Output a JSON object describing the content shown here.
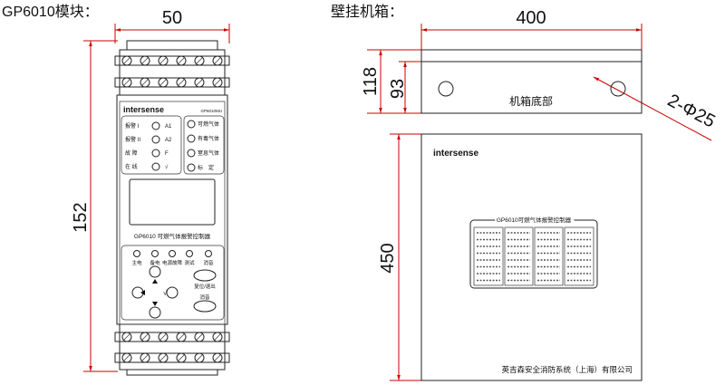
{
  "module": {
    "title": "GP6010模块：",
    "width_dim": "50",
    "height_dim": "152",
    "brand": "intersense",
    "model": "GP6010MU",
    "left_indicators": [
      {
        "label": "报警 I",
        "code": "A1"
      },
      {
        "label": "报警 II",
        "code": "A2"
      },
      {
        "label": "故 障",
        "code": "F"
      },
      {
        "label": "在 线",
        "code": "√"
      }
    ],
    "right_indicators": [
      "可燃气体",
      "有毒气体",
      "窒息气体",
      "标　定"
    ],
    "product_name": "GP6010 可燃气体报警控制器",
    "status_leds": [
      "主电",
      "备电",
      "电源故障",
      "测试",
      "消音"
    ],
    "ok_symbol": "√",
    "reset_label": "复位/退出",
    "mute_label": "消音"
  },
  "cabinet": {
    "title": "壁挂机箱：",
    "width_dim": "400",
    "depth_dim": "118",
    "hole_dim": "93",
    "bottom_label": "机箱底部",
    "hole_spec": "2-Φ25",
    "height_dim": "450",
    "brand": "intersense",
    "panel_title": "GP6010可燃气体报警控制器",
    "manufacturer": "英吉森安全消防系统（上海）有限公司"
  },
  "colors": {
    "dimension": "#cc0000",
    "line": "#222222"
  }
}
